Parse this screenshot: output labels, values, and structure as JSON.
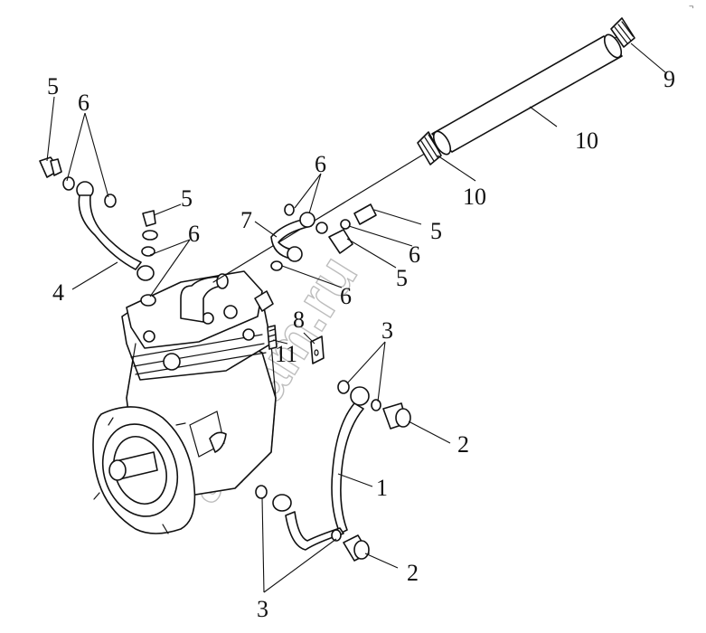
{
  "watermark": "ap-kam.ru",
  "corner_mark": "¬",
  "callouts": [
    {
      "id": "label-1",
      "text": "1"
    },
    {
      "id": "label-2a",
      "text": "2"
    },
    {
      "id": "label-2b",
      "text": "2"
    },
    {
      "id": "label-3a",
      "text": "3"
    },
    {
      "id": "label-3b",
      "text": "3"
    },
    {
      "id": "label-4",
      "text": "4"
    },
    {
      "id": "label-5a",
      "text": "5"
    },
    {
      "id": "label-5b",
      "text": "5"
    },
    {
      "id": "label-5c",
      "text": "5"
    },
    {
      "id": "label-5d",
      "text": "5"
    },
    {
      "id": "label-6a",
      "text": "6"
    },
    {
      "id": "label-6b",
      "text": "6"
    },
    {
      "id": "label-6c",
      "text": "6"
    },
    {
      "id": "label-6d",
      "text": "6"
    },
    {
      "id": "label-6e",
      "text": "6"
    },
    {
      "id": "label-7",
      "text": "7"
    },
    {
      "id": "label-8",
      "text": "8"
    },
    {
      "id": "label-9",
      "text": "9"
    },
    {
      "id": "label-10a",
      "text": "10"
    },
    {
      "id": "label-10b",
      "text": "10"
    },
    {
      "id": "label-11",
      "text": "11"
    }
  ]
}
